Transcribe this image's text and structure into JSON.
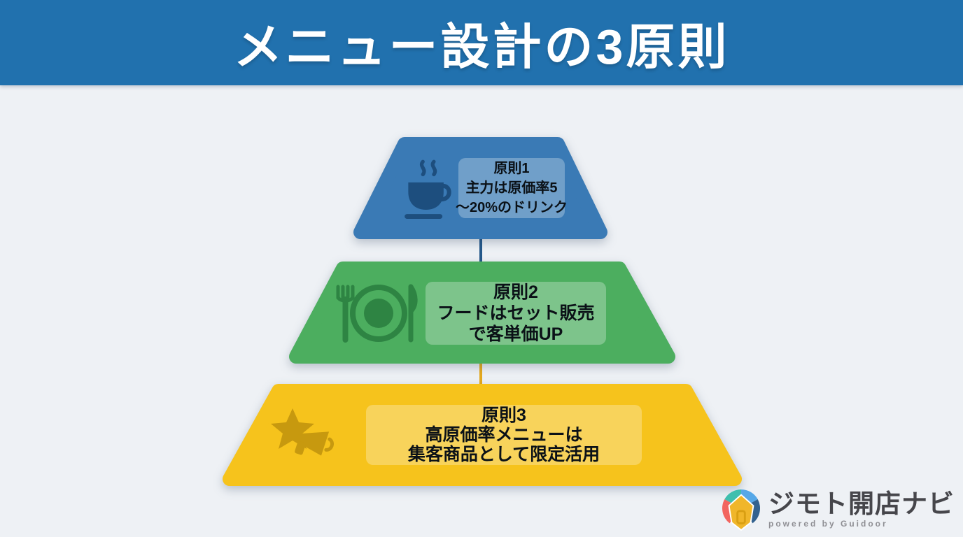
{
  "header": {
    "title": "メニュー設計の3原則"
  },
  "pyramid": {
    "levels": [
      {
        "icon": "coffee-cup-icon",
        "color": "#3a7ab5",
        "icon_color": "#1d4e7e",
        "lines": [
          "原則1",
          "主力は原価率5",
          "〜20%のドリンク"
        ]
      },
      {
        "icon": "cutlery-plate-icon",
        "color": "#4cae5f",
        "icon_color": "#2e8443",
        "lines": [
          "原則2",
          "フードはセット販売",
          "で客単価UP"
        ]
      },
      {
        "icon": "star-megaphone-icon",
        "color": "#f6c31c",
        "icon_color": "#c7990f",
        "lines": [
          "原則3",
          "高原価率メニューは",
          "集客商品として限定活用"
        ]
      }
    ],
    "connector_colors": [
      "#24588a",
      "#e5a91e"
    ]
  },
  "colors": {
    "header_bg": "#2171ae",
    "background": "#eef1f5",
    "panel_overlay": "rgba(255,255,255,0.28)",
    "text": "#0b1117"
  },
  "footer": {
    "brand": "ジモト開店ナビ",
    "powered_by": "powered by Guidoor",
    "logo_colors": [
      "#3fbfae",
      "#56a8e8",
      "#33628f",
      "#f2655f",
      "#f0b62a"
    ]
  }
}
